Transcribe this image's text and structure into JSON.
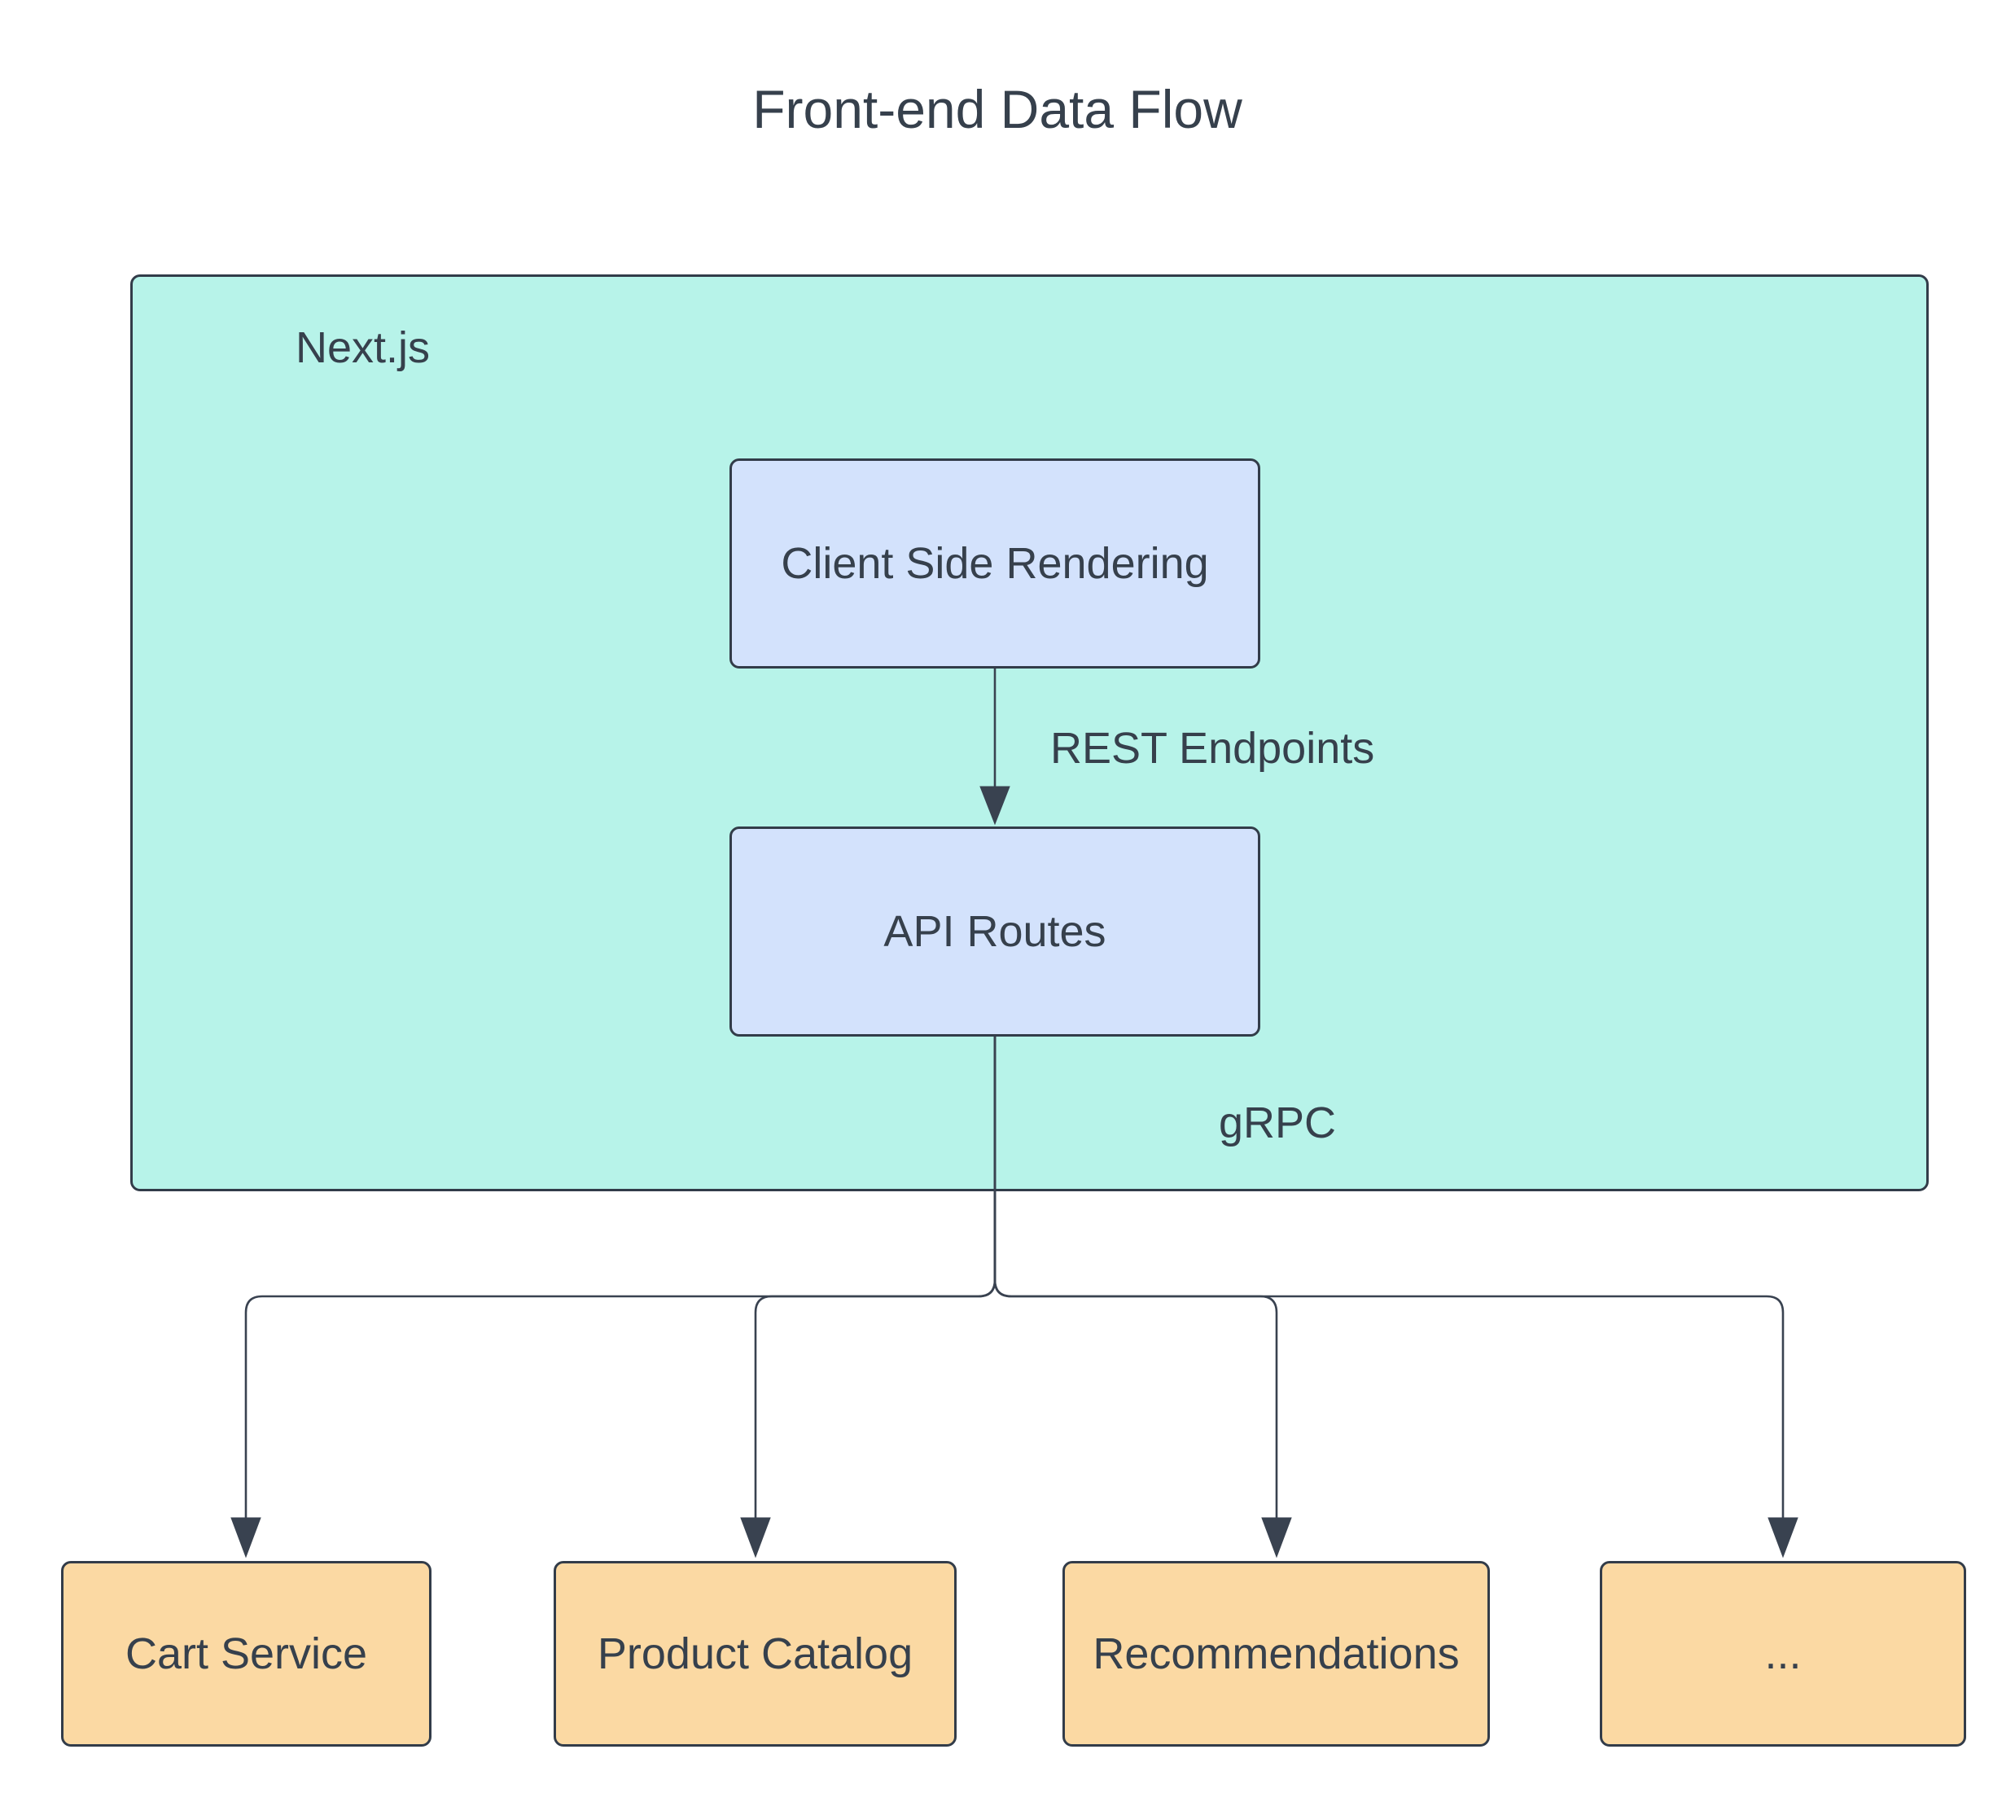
{
  "title": "Front-end Data Flow",
  "diagram": {
    "container": {
      "label": "Next.js"
    },
    "nodes": {
      "csr": {
        "label": "Client Side Rendering"
      },
      "api": {
        "label": "API Routes"
      },
      "cart": {
        "label": "Cart Service"
      },
      "catalog": {
        "label": "Product Catalog"
      },
      "recs": {
        "label": "Recommendations"
      },
      "more": {
        "label": "..."
      }
    },
    "edges": {
      "rest_label": "REST Endpoints",
      "grpc_label": "gRPC"
    }
  },
  "colors": {
    "background": "#ffffff",
    "container_fill": "#b7f3e9",
    "container_border": "#323c49",
    "node_fill_blue": "#d3e2fc",
    "node_fill_orange": "#fbd9a3",
    "node_border": "#323c49",
    "line": "#394250",
    "text": "#36404c"
  }
}
